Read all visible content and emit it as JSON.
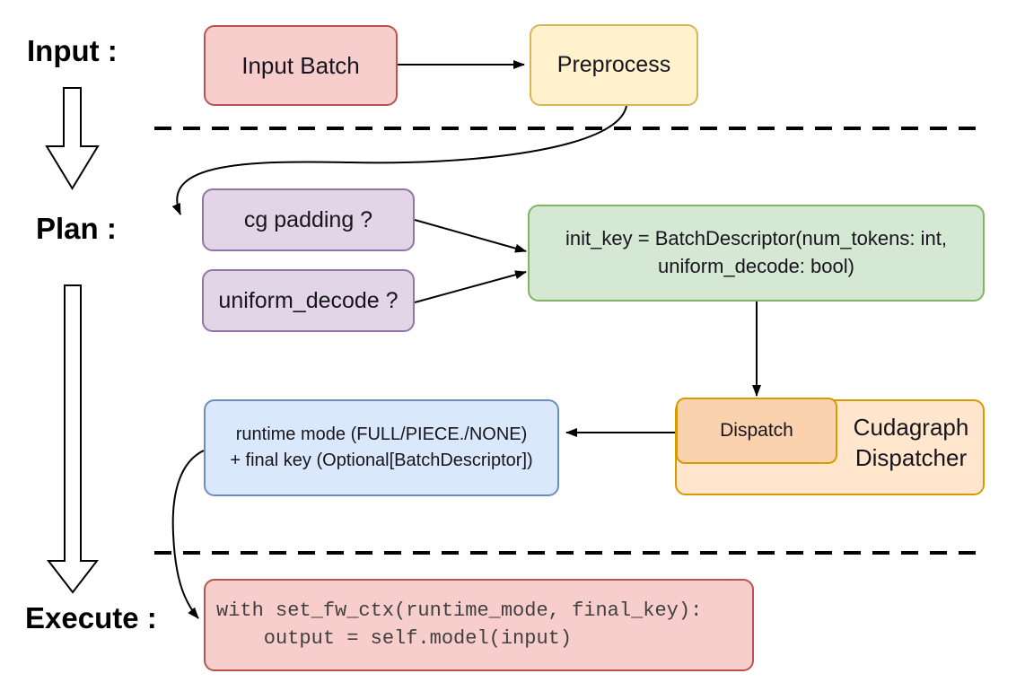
{
  "stage_labels": {
    "input": "Input :",
    "plan": "Plan :",
    "execute": "Execute :"
  },
  "nodes": {
    "input_batch": "Input Batch",
    "preprocess": "Preprocess",
    "cg_padding": "cg padding ?",
    "uniform_decode": "uniform_decode ?",
    "init_key_line1": "init_key = BatchDescriptor(num_tokens: int,",
    "init_key_line2": "uniform_decode: bool)",
    "runtime_line1": "runtime mode (FULL/PIECE./NONE)",
    "runtime_line2": "+ final key (Optional[BatchDescriptor])",
    "dispatch": "Dispatch",
    "dispatcher_line1": "Cudagraph",
    "dispatcher_line2": "Dispatcher",
    "code_line1": "with set_fw_ctx(runtime_mode, final_key):",
    "code_line2": "    output = self.model(input)"
  },
  "colors": {
    "red_fill": "#f8cecc",
    "red_border": "#b85450",
    "yellow_fill": "#fff2cc",
    "yellow_border": "#d6b656",
    "purple_fill": "#e1d5e7",
    "purple_border": "#9673a6",
    "green_fill": "#d5e8d4",
    "green_border": "#82b366",
    "blue_fill": "#dae8fc",
    "blue_border": "#6c8ebf",
    "orange_outer_fill": "#ffe6cc",
    "orange_inner_fill": "#fbd2ae",
    "orange_border": "#d79b00",
    "connector": "#000000",
    "code_text": "#404040"
  }
}
